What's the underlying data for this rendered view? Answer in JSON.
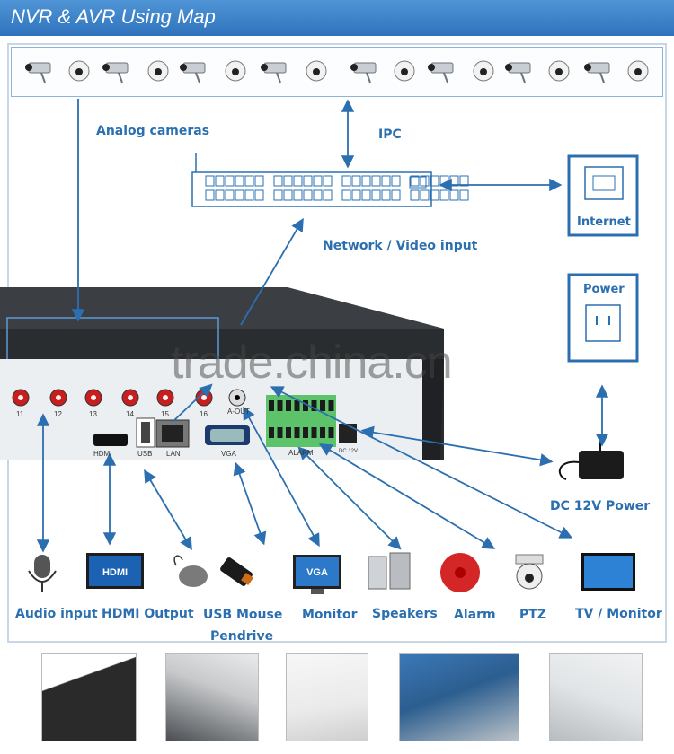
{
  "header": {
    "title": "NVR & AVR Using Map"
  },
  "labels": {
    "analog_cameras": "Analog cameras",
    "ipc": "IPC",
    "internet": "Internet",
    "network_video_input": "Network / Video input",
    "power": "Power",
    "dc_power": "DC 12V Power"
  },
  "ports": {
    "hdmi": "HDMI",
    "usb": "USB",
    "lan": "LAN",
    "vga": "VGA",
    "alarm": "ALARM",
    "aout": "A-OUT",
    "dc12v": "DC 12V",
    "channels": [
      "11",
      "12",
      "13",
      "14",
      "15",
      "16"
    ]
  },
  "devices": [
    {
      "label": "Audio input",
      "icon": "microphone-icon"
    },
    {
      "label": "HDMI Output",
      "icon": "hdmi-display-icon"
    },
    {
      "label": "USB Mouse",
      "icon": "usb-mouse-icon"
    },
    {
      "label": "Monitor",
      "icon": "vga-monitor-icon"
    },
    {
      "label": "Speakers",
      "icon": "speakers-icon"
    },
    {
      "label": "Alarm",
      "icon": "alarm-bell-icon"
    },
    {
      "label": "PTZ",
      "icon": "ptz-camera-icon"
    },
    {
      "label": "TV / Monitor",
      "icon": "tv-icon"
    }
  ],
  "pendrive_label": "Pendrive",
  "watermark": "trade.china.cn",
  "hdmi_logo": "HDMI",
  "vga_logo": "VGA",
  "colors": {
    "accent": "#2b6fb0",
    "header": "#3a82c9",
    "alarm_green": "#5cc36b"
  }
}
